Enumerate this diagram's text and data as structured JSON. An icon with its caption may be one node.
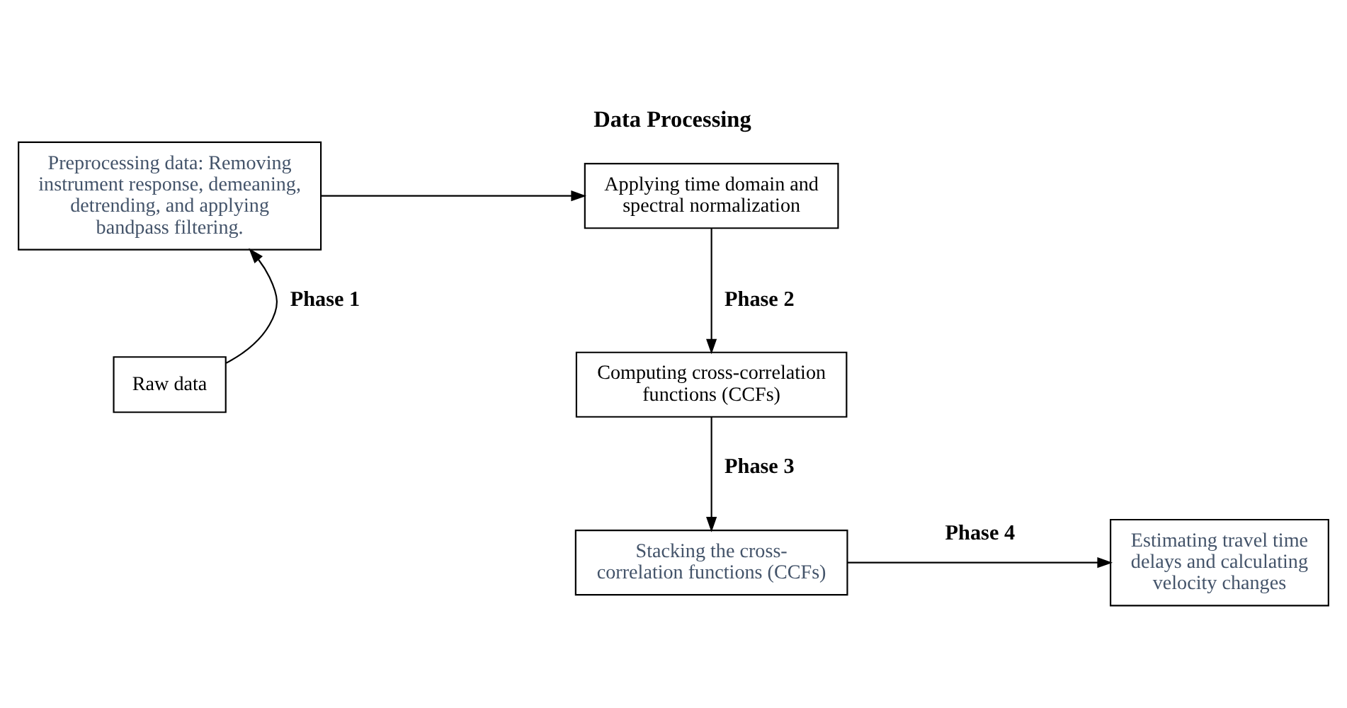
{
  "diagram": {
    "title": "Data Processing",
    "nodes": [
      {
        "text": [
          "Raw data"
        ]
      },
      {
        "text": [
          "Preprocessing data: Removing instrument response, demeaning, detrending, and applying bandpass filtering."
        ]
      },
      {
        "text": [
          "Applying time domain and spectral normalization"
        ]
      },
      {
        "text": [
          "Computing cross-correlation functions (CCFs)"
        ]
      },
      {
        "text": [
          "Stacking the cross-correlation functions (CCFs)"
        ]
      },
      {
        "text": [
          "Estimating travel time delays and calculating velocity changes"
        ]
      }
    ],
    "edges": [
      {
        "from": 0,
        "to": 1,
        "arrow": "to",
        "label": "Phase 1"
      },
      {
        "from": 1,
        "to": 2,
        "arrow": "to"
      },
      {
        "from": 2,
        "to": 3,
        "arrow": "to",
        "label": "Phase 2"
      },
      {
        "from": 3,
        "to": 4,
        "arrow": "to",
        "label": "Phase 3"
      },
      {
        "from": 4,
        "to": 5,
        "arrow": "to",
        "label": "Phase 4"
      }
    ]
  }
}
